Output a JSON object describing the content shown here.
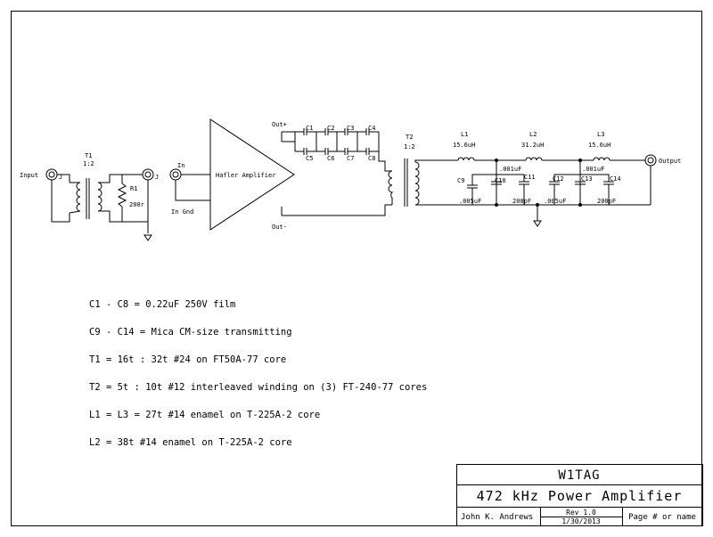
{
  "labels": {
    "input": "Input",
    "j_left": "J",
    "t1": "T1",
    "t1_ratio": "1:2",
    "r1": "R1",
    "r1_value": "200r",
    "j_right": "J",
    "in": "In",
    "in_gnd": "In Gnd",
    "amp": "Hafler Amplifier",
    "out_plus": "Out+",
    "out_minus": "Out-",
    "c1": "C1",
    "c2": "C2",
    "c3": "C3",
    "c4": "C4",
    "c5": "C5",
    "c6": "C6",
    "c7": "C7",
    "c8": "C8",
    "t2": "T2",
    "t2_ratio": "1:2",
    "l1": "L1",
    "l1_value": "15.6uH",
    "l2": "L2",
    "l2_value": "31.2uH",
    "l3": "L3",
    "l3_value": "15.6uH",
    "output": "Output",
    "c9": "C9",
    "c10": "C10",
    "c11": "C11",
    "c12": "C12",
    "c13": "C13",
    "c14": "C14",
    "cap_001a": ".001uF",
    "cap_001b": ".001uF",
    "cap_005a": ".005uF",
    "cap_005b": ".005uF",
    "cap_200a": "200pF",
    "cap_200b": "200pF"
  },
  "notes": [
    "C1 - C8 = 0.22uF 250V film",
    "C9 - C14 = Mica CM-size transmitting",
    "T1 = 16t : 32t #24 on FT50A-77 core",
    "T2 = 5t : 10t #12 interleaved winding on (3) FT-240-77 cores",
    "L1 = L3 = 27t #14 enamel on T-225A-2 core",
    "L2 = 38t #14 enamel on T-225A-2 core"
  ],
  "title_block": {
    "callsign": "W1TAG",
    "title": "472 kHz Power Amplifier",
    "author": "John K. Andrews",
    "rev": "Rev 1.0",
    "date": "1/30/2013",
    "page": "Page # or name"
  }
}
